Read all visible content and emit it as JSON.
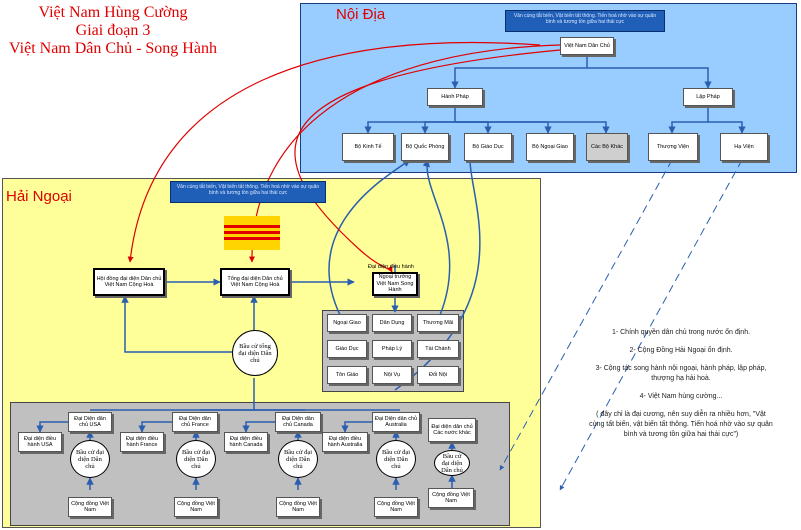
{
  "title": {
    "line1": "Việt Nam Hùng Cường",
    "line2": "Giai đoạn 3",
    "line3": "Việt Nam Dân Chủ - Song Hành"
  },
  "domestic": {
    "label": "Nội Địa",
    "banner": "Văn cùng tắt biến, Vật biến tất thông. Tiến hoá nhờ vào sự quân bình và tương tồn giữa hai thái cực",
    "top": "Việt Nam Dân Chủ",
    "executive": "Hành Pháp",
    "legislative": "Lập Pháp",
    "ministries": [
      "Bộ Kinh Tế",
      "Bộ Quốc Phòng",
      "Bộ Giáo Dục",
      "Bộ Ngoại Giao",
      "Các Bộ Khác"
    ],
    "houses": [
      "Thượng Viện",
      "Hạ Viện"
    ]
  },
  "overseas": {
    "label": "Hải Ngoại",
    "banner": "Văn cùng tắt biến, Vật biến tất thông. Tiến hoá nhờ vào sự quân bình và tương tồn giữa hai thái cực",
    "council": "Hội đồng đại diện Dân chủ Việt Nam Cộng Hoà",
    "general_rep": "Tổng đại diện Dân chủ Việt Nam Cộng Hoà",
    "liaison_label": "Đại diện điều hành",
    "liaison": "Ngoại trưởng Việt Nam Song Hành",
    "general_election": "Bầu cử tổng đại diện Dân chủ",
    "departments": [
      "Ngoại Giao",
      "Dân Dụng",
      "Thương Mãi",
      "Giáo Dục",
      "Pháp Lý",
      "Tài Chánh",
      "Tôn Giáo",
      "Nội Vụ",
      "Đối Nội"
    ],
    "countries": [
      {
        "rep": "Đại Diện dân chủ USA",
        "exec": "Đại diện điều hành USA",
        "election": "Bầu cử đại diện Dân chủ",
        "community": "Cộng đồng Việt Nam"
      },
      {
        "rep": "Đại Diện dân chủ France",
        "exec": "Đại diện điều hành France",
        "election": "Bầu cử đại diện Dân chủ",
        "community": "Cộng đồng Việt Nam"
      },
      {
        "rep": "Đại Diện dân chủ Canada",
        "exec": "Đại diện điều hành Canada",
        "election": "Bầu cử đại diện Dân chủ",
        "community": "Cộng đồng Việt Nam"
      },
      {
        "rep": "Đại Diện dân chủ Australia",
        "exec": "Đại diện điều hành Australia",
        "election": "Bầu cử đại diện Dân chủ",
        "community": "Cộng đồng Việt Nam"
      }
    ],
    "other": {
      "rep": "Đại diện dân chủ Các nước khác",
      "election": "Bầu cử đại diện Dân chủ",
      "community": "Cộng đồng Việt Nam"
    }
  },
  "notes": [
    "1- Chính quyền dân chủ trong nước ổn định.",
    "2- Cộng Đồng Hải Ngoại ổn định.",
    "3- Cộng tác song hành nội ngoại, hành pháp, lập pháp, thượng hạ hải hoà.",
    "4- Việt Nam hùng cường...",
    "( đây chỉ là đại cương, nên suy diễn ra nhiều hơn, \"Vật cùng tất biến, vật biến tất thông. Tiến hoá nhờ vào sự quân bình và tương tồn giữa hai thái cực\")"
  ],
  "colors": {
    "title": "#e00000",
    "domestic_bg": "#99ccff",
    "overseas_bg": "#ffff99",
    "countries_bg": "#c0c0c0",
    "banner": "#1f5fb8",
    "connector_blue": "#2a5fb0",
    "connector_red": "#e00000"
  }
}
